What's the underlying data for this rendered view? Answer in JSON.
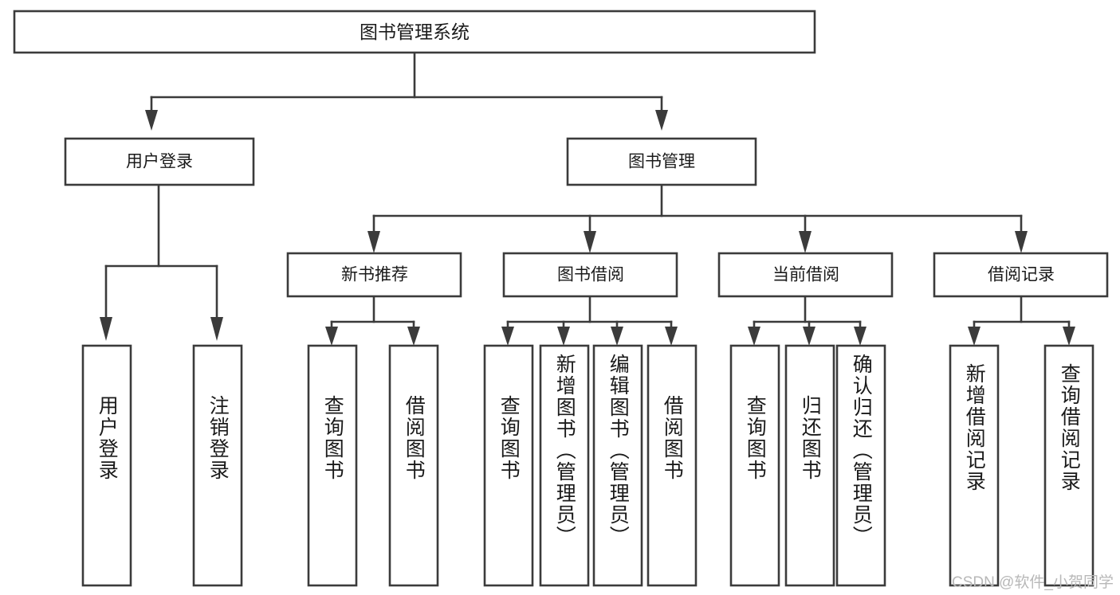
{
  "diagram": {
    "type": "tree",
    "title": "图书管理系统",
    "watermark": "CSDN @软件_小贺同学",
    "nodes": {
      "root": {
        "label": "图书管理系统"
      },
      "level2": [
        {
          "id": "user-login",
          "label": "用户登录"
        },
        {
          "id": "book-management",
          "label": "图书管理"
        }
      ],
      "level3": [
        {
          "id": "new-book-recommend",
          "label": "新书推荐"
        },
        {
          "id": "book-borrow",
          "label": "图书借阅"
        },
        {
          "id": "current-borrow",
          "label": "当前借阅"
        },
        {
          "id": "borrow-record",
          "label": "借阅记录"
        }
      ],
      "leaves": {
        "user-login": [
          {
            "id": "leaf-user-login",
            "label": "用户登录"
          },
          {
            "id": "leaf-logout-login",
            "label": "注销登录"
          }
        ],
        "new-book-recommend": [
          {
            "id": "leaf-query-book-1",
            "label": "查询图书"
          },
          {
            "id": "leaf-borrow-book-1",
            "label": "借阅图书"
          }
        ],
        "book-borrow": [
          {
            "id": "leaf-query-book-2",
            "label": "查询图书"
          },
          {
            "id": "leaf-add-book",
            "label": "新增图书（管理员）"
          },
          {
            "id": "leaf-edit-book",
            "label": "编辑图书（管理员）"
          },
          {
            "id": "leaf-borrow-book-2",
            "label": "借阅图书"
          }
        ],
        "current-borrow": [
          {
            "id": "leaf-query-book-3",
            "label": "查询图书"
          },
          {
            "id": "leaf-return-book",
            "label": "归还图书"
          },
          {
            "id": "leaf-confirm-return",
            "label": "确认归还（管理员）"
          }
        ],
        "borrow-record": [
          {
            "id": "leaf-add-borrow-record",
            "label": "新增借阅记录"
          },
          {
            "id": "leaf-query-borrow-record",
            "label": "查询借阅记录"
          }
        ]
      }
    },
    "colors": {
      "stroke": "#3b3b3b",
      "fill": "#ffffff",
      "text": "#1a1a1a",
      "watermark": "#b8b8b8",
      "background": "#ffffff"
    }
  }
}
